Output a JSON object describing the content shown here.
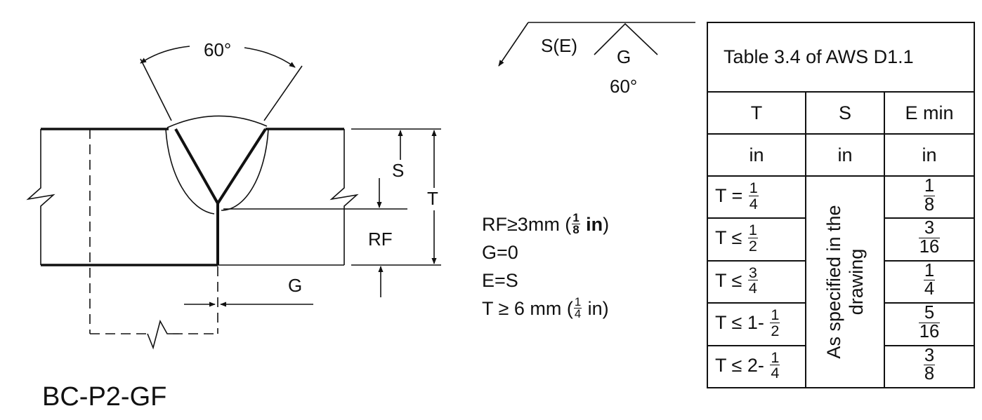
{
  "diagram": {
    "joint_designation": "BC-P2-GF",
    "groove_angle_label": "60°",
    "dim_labels": {
      "s": "S",
      "t": "T",
      "rf": "RF",
      "g": "G"
    },
    "weld_symbol": {
      "depth_label": "S(E)",
      "gap_label": "G",
      "angle_label": "60°"
    }
  },
  "notes": {
    "rf": {
      "prefix": "RF≥3mm (",
      "num": "1",
      "den": "8",
      "unit": " in",
      "suffix": ")"
    },
    "g": "G=0",
    "e": "E=S",
    "t": {
      "prefix": "T ≥ 6 mm (",
      "num": "1",
      "den": "4",
      "unit": " in",
      "suffix": ")"
    }
  },
  "table": {
    "caption": "Table 3.4 of AWS D1.1",
    "headers": [
      "T",
      "S",
      "E min"
    ],
    "units": [
      "in",
      "in",
      "in"
    ],
    "s_note": [
      "As specified in the",
      "drawing"
    ],
    "rows": [
      {
        "t_prefix": "T = ",
        "t_whole": "",
        "t_num": "1",
        "t_den": "4",
        "e_num": "1",
        "e_den": "8"
      },
      {
        "t_prefix": "T ≤ ",
        "t_whole": "",
        "t_num": "1",
        "t_den": "2",
        "e_num": "3",
        "e_den": "16"
      },
      {
        "t_prefix": "T ≤ ",
        "t_whole": "",
        "t_num": "3",
        "t_den": "4",
        "e_num": "1",
        "e_den": "4"
      },
      {
        "t_prefix": "T ≤ ",
        "t_whole": "1- ",
        "t_num": "1",
        "t_den": "2",
        "e_num": "5",
        "e_den": "16"
      },
      {
        "t_prefix": "T ≤ ",
        "t_whole": "2- ",
        "t_num": "1",
        "t_den": "4",
        "e_num": "3",
        "e_den": "8"
      }
    ]
  }
}
